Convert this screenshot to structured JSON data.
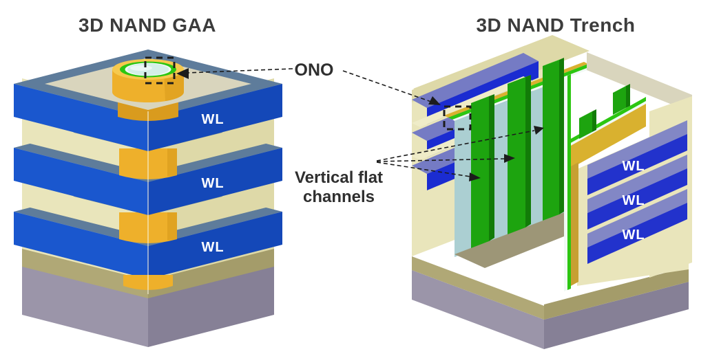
{
  "titles": {
    "left": "3D NAND GAA",
    "right": "3D NAND Trench"
  },
  "annotations": {
    "ono": "ONO",
    "channels_line1": "Vertical flat",
    "channels_line2": "channels"
  },
  "gaa": {
    "wl_labels": [
      "WL",
      "WL",
      "WL"
    ]
  },
  "trench": {
    "wl_labels": [
      "WL",
      "WL",
      "WL"
    ]
  },
  "colors": {
    "beige_light": "#e9e5bb",
    "beige_mid": "#ded9a8",
    "beige_topface": "#d9d5bd",
    "beige_sliver": "#efecc8",
    "olive": "#a49c6a",
    "olive2": "#b0a876",
    "slate_top": "#5e7c9b",
    "slab_blue": "#1a57ce",
    "slab_blue2": "#1448b8",
    "periwinkle": "#757bc4",
    "periwinkle2": "#8287c5",
    "navy": "#1b2cd1",
    "navy2": "#2232cc",
    "gold": "#eeb02b",
    "gold_dark": "#cf9417",
    "gold_skirt": "#d99b1e",
    "gold_light": "#f6c94e",
    "gold_wall": "#d9b12f",
    "gold_wall2": "#c7a032",
    "green": "#2cc611",
    "green_mid": "#1da40f",
    "green_dark": "#127c08",
    "green_light": "#8fe561",
    "teal": "#abcfd2",
    "white_stripe": "#f0f9f4",
    "cyan_center": "#d4efe9",
    "substrate_l": "#9b95a9",
    "substrate_r": "#868096",
    "floor": "#9d9677",
    "ink": "#1c1c1c"
  }
}
